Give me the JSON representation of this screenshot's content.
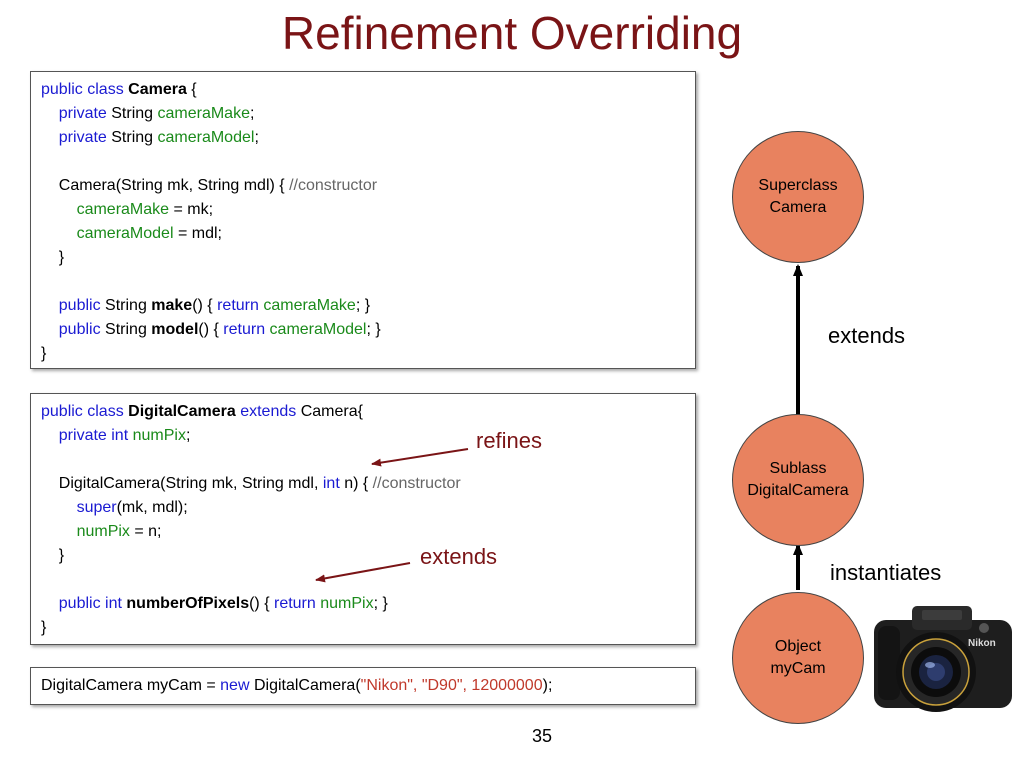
{
  "title": "Refinement Overriding",
  "camera_class": {
    "lines": [
      [
        {
          "t": "public class ",
          "c": "kw"
        },
        {
          "t": "Camera",
          "c": "b"
        },
        {
          "t": " {",
          "c": ""
        }
      ],
      [
        {
          "t": "    ",
          "c": ""
        },
        {
          "t": "private",
          "c": "kw"
        },
        {
          "t": " String ",
          "c": ""
        },
        {
          "t": "cameraMake",
          "c": "fld"
        },
        {
          "t": ";",
          "c": ""
        }
      ],
      [
        {
          "t": "    ",
          "c": ""
        },
        {
          "t": "private",
          "c": "kw"
        },
        {
          "t": " String ",
          "c": ""
        },
        {
          "t": "cameraModel",
          "c": "fld"
        },
        {
          "t": ";",
          "c": ""
        }
      ],
      [],
      [
        {
          "t": "    Camera(String mk, String mdl) { ",
          "c": ""
        },
        {
          "t": "//constructor",
          "c": "cmt"
        }
      ],
      [
        {
          "t": "        ",
          "c": ""
        },
        {
          "t": "cameraMake",
          "c": "fld"
        },
        {
          "t": " = mk;",
          "c": ""
        }
      ],
      [
        {
          "t": "        ",
          "c": ""
        },
        {
          "t": "cameraModel",
          "c": "fld"
        },
        {
          "t": " = mdl;",
          "c": ""
        }
      ],
      [
        {
          "t": "    }",
          "c": ""
        }
      ],
      [],
      [
        {
          "t": "    ",
          "c": ""
        },
        {
          "t": "public",
          "c": "kw"
        },
        {
          "t": " String ",
          "c": ""
        },
        {
          "t": "make",
          "c": "b"
        },
        {
          "t": "() { ",
          "c": ""
        },
        {
          "t": "return",
          "c": "kw"
        },
        {
          "t": " ",
          "c": ""
        },
        {
          "t": "cameraMake",
          "c": "fld"
        },
        {
          "t": "; }",
          "c": ""
        }
      ],
      [
        {
          "t": "    ",
          "c": ""
        },
        {
          "t": "public",
          "c": "kw"
        },
        {
          "t": " String ",
          "c": ""
        },
        {
          "t": "model",
          "c": "b"
        },
        {
          "t": "() { ",
          "c": ""
        },
        {
          "t": "return",
          "c": "kw"
        },
        {
          "t": " ",
          "c": ""
        },
        {
          "t": "cameraModel",
          "c": "fld"
        },
        {
          "t": "; }",
          "c": ""
        }
      ],
      [
        {
          "t": "}",
          "c": ""
        }
      ]
    ]
  },
  "digital_class": {
    "lines": [
      [
        {
          "t": "public class ",
          "c": "kw"
        },
        {
          "t": "DigitalCamera",
          "c": "b"
        },
        {
          "t": " ",
          "c": ""
        },
        {
          "t": "extends",
          "c": "kw"
        },
        {
          "t": " Camera{",
          "c": ""
        }
      ],
      [
        {
          "t": "    ",
          "c": ""
        },
        {
          "t": "private int",
          "c": "kw"
        },
        {
          "t": " ",
          "c": ""
        },
        {
          "t": "numPix",
          "c": "fld"
        },
        {
          "t": ";",
          "c": ""
        }
      ],
      [],
      [
        {
          "t": "    DigitalCamera(String mk, String mdl, ",
          "c": ""
        },
        {
          "t": "int",
          "c": "kw"
        },
        {
          "t": " n) { ",
          "c": ""
        },
        {
          "t": "//constructor",
          "c": "cmt"
        }
      ],
      [
        {
          "t": "        ",
          "c": ""
        },
        {
          "t": "super",
          "c": "kw"
        },
        {
          "t": "(mk, mdl);",
          "c": ""
        }
      ],
      [
        {
          "t": "        ",
          "c": ""
        },
        {
          "t": "numPix",
          "c": "fld"
        },
        {
          "t": " = n;",
          "c": ""
        }
      ],
      [
        {
          "t": "    }",
          "c": ""
        }
      ],
      [],
      [
        {
          "t": "    ",
          "c": ""
        },
        {
          "t": "public int",
          "c": "kw"
        },
        {
          "t": " ",
          "c": ""
        },
        {
          "t": "numberOfPixels",
          "c": "b"
        },
        {
          "t": "() { ",
          "c": ""
        },
        {
          "t": "return",
          "c": "kw"
        },
        {
          "t": " ",
          "c": ""
        },
        {
          "t": "numPix",
          "c": "fld"
        },
        {
          "t": "; }",
          "c": ""
        }
      ],
      [
        {
          "t": "}",
          "c": ""
        }
      ]
    ]
  },
  "instance_line": {
    "lines": [
      [
        {
          "t": "DigitalCamera myCam = ",
          "c": ""
        },
        {
          "t": "new",
          "c": "kw"
        },
        {
          "t": " DigitalCamera(",
          "c": ""
        },
        {
          "t": "\"Nikon\", \"D90\", 12000000",
          "c": "str"
        },
        {
          "t": ");",
          "c": ""
        }
      ]
    ]
  },
  "annotations": {
    "refines": "refines",
    "extends_inner": "extends"
  },
  "diagram": {
    "superclass": {
      "line1": "Superclass",
      "line2": "Camera"
    },
    "subclass": {
      "line1": "Sublass",
      "line2": "DigitalCamera"
    },
    "object": {
      "line1": "Object",
      "line2": "myCam"
    },
    "extends_label": "extends",
    "instantiates_label": "instantiates"
  },
  "page_number": "35",
  "camera_image": {
    "icon": "camera-icon",
    "brand_text": "Nikon"
  }
}
